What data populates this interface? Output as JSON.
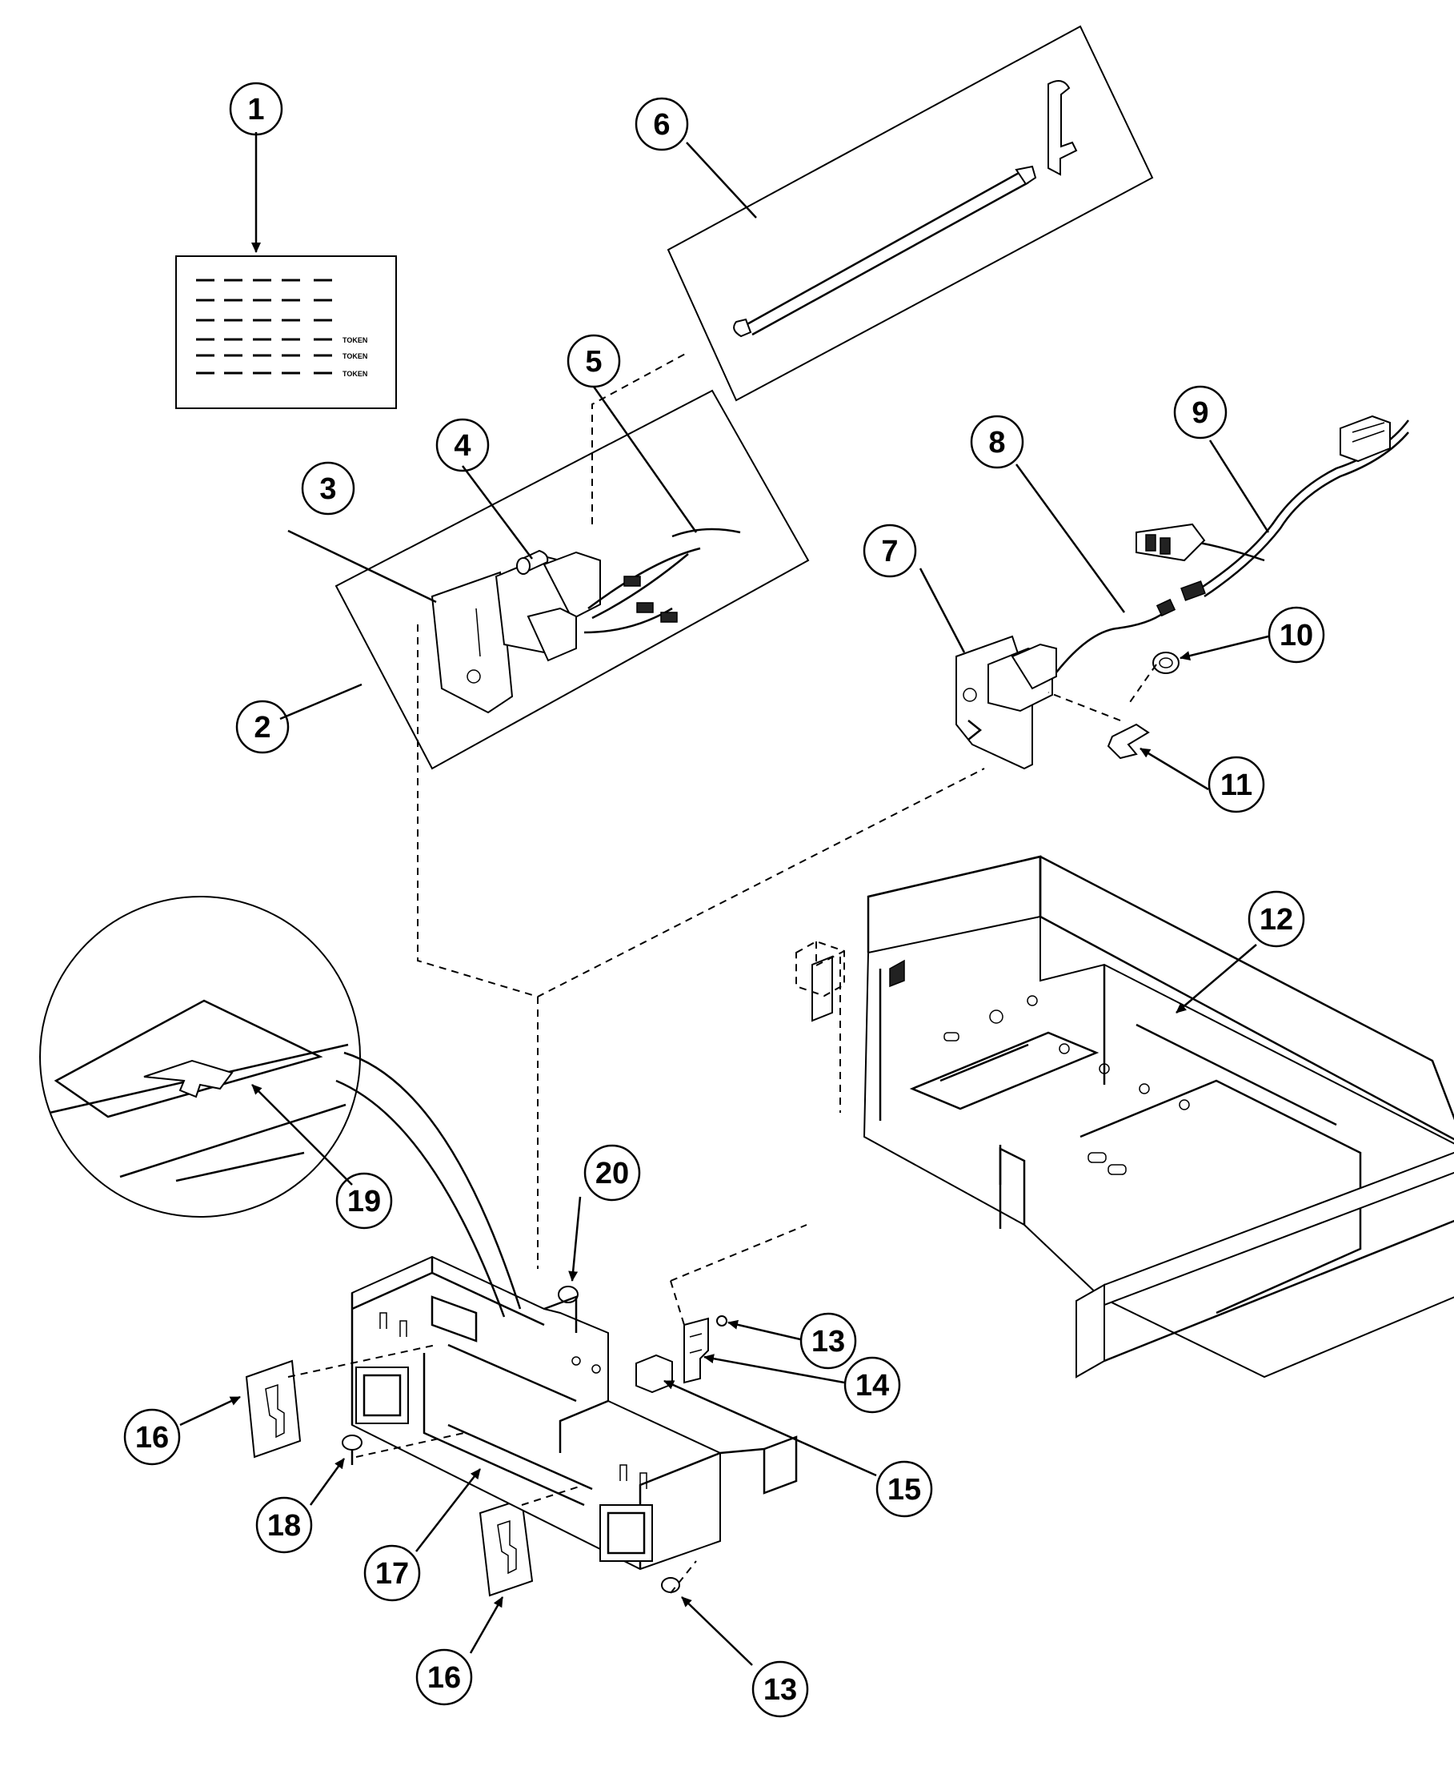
{
  "callouts": [
    "1",
    "2",
    "3",
    "4",
    "5",
    "6",
    "7",
    "8",
    "9",
    "10",
    "11",
    "12",
    "13",
    "14",
    "15",
    "16",
    "17",
    "18",
    "19",
    "20"
  ],
  "decal_text": [
    "TOKEN",
    "TOKEN",
    "TOKEN"
  ]
}
